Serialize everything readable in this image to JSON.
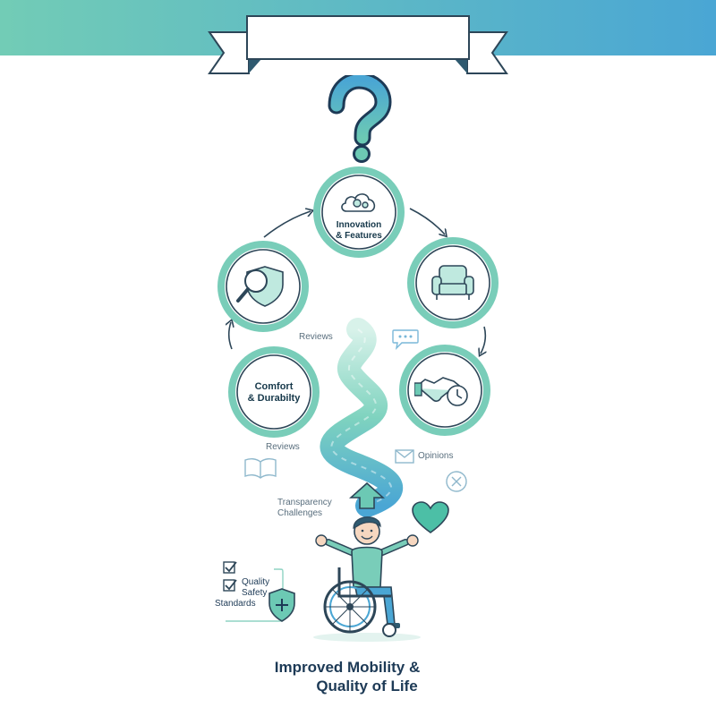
{
  "banner": {
    "text": ""
  },
  "nodes": {
    "innovation": {
      "line1": "Innovation",
      "line2": "& Features",
      "icon": "cloud-gears-icon"
    },
    "comfort_chair": {
      "icon": "armchair-icon"
    },
    "handshake": {
      "icon": "handshake-clock-icon"
    },
    "comfort": {
      "line1": "Comfort",
      "line2": "& Durabilty"
    },
    "safety": {
      "icon": "magnifier-shield-icon"
    }
  },
  "labels": {
    "reviews_top": "Reviews",
    "reviews_left": "Reviews",
    "opinions": "Opinions",
    "transparency_line1": "Transparency",
    "transparency_line2": "Challenges",
    "quality": "Quality",
    "safety": "Safety",
    "standards": "Standards"
  },
  "title": {
    "line1": "Improved Mobility &",
    "line2": "Quality of Life"
  },
  "colors": {
    "teal": "#6cc9b4",
    "blue": "#49a4d2",
    "navy": "#1d3a56",
    "mint": "#cfeee6",
    "heart": "#4cbfa6"
  }
}
